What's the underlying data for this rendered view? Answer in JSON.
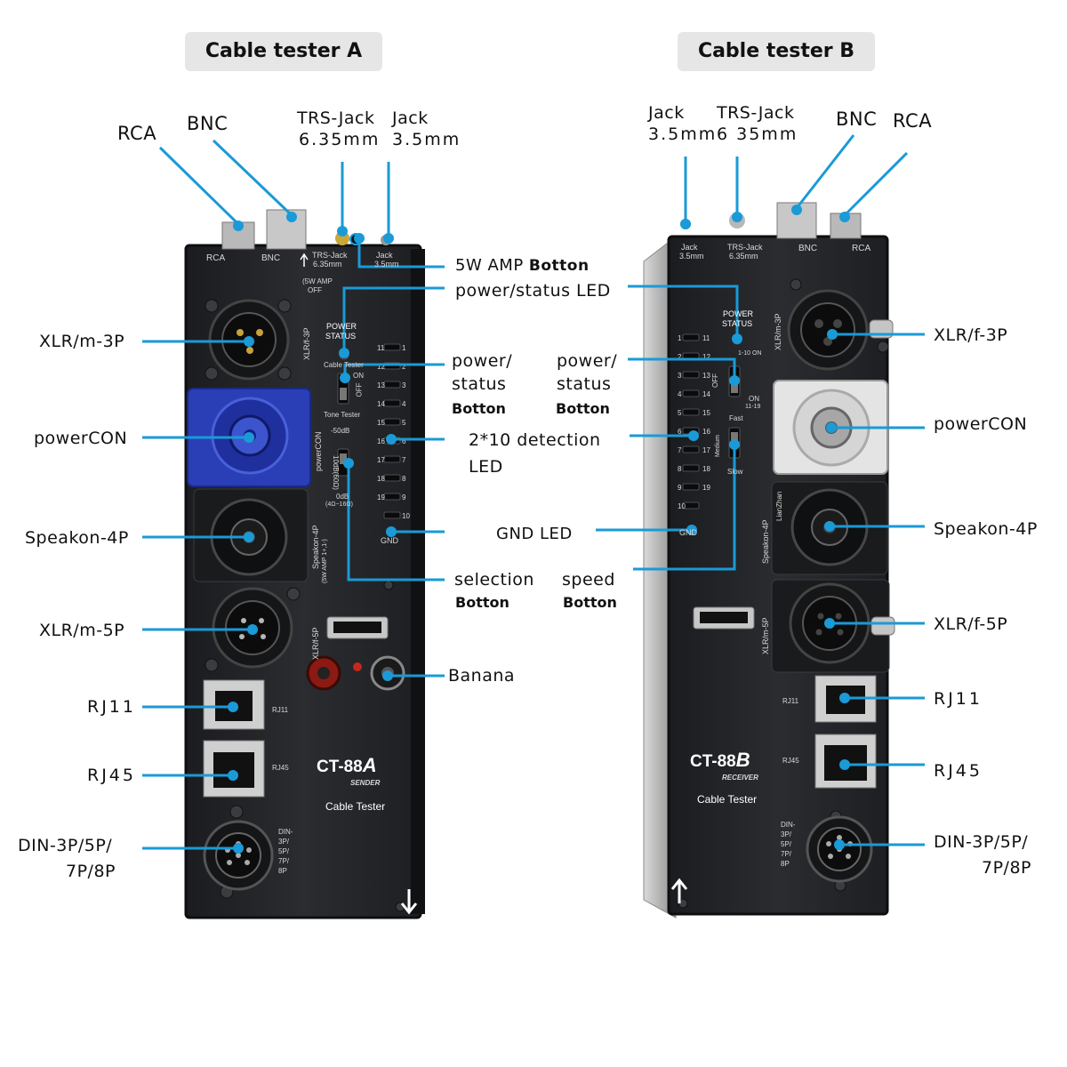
{
  "title_a": "Cable tester A",
  "title_b": "Cable tester B",
  "a": {
    "rca": "RCA",
    "bnc": "BNC",
    "trs_1": "TRS-Jack",
    "trs_2": "6.35mm",
    "jack_1": "Jack",
    "jack_2": "3.5mm",
    "amp_1": "5W AMP ",
    "amp_2": "Botton",
    "status_led": "power/status LED",
    "power_btn_1": "power/",
    "power_btn_2": "status",
    "power_btn_3": "Botton",
    "detect_1": "2*10 detection",
    "detect_2": "LED",
    "gnd_led": "GND LED",
    "select_1": "selection",
    "select_2": "Botton",
    "xlr_m3": "XLR/m-3P",
    "powercon": "powerCON",
    "speakon": "Speakon-4P",
    "xlr_m5": "XLR/m-5P",
    "rj11": "RJ11",
    "rj45": "RJ45",
    "din_1": "DIN-3P/5P/",
    "din_2": "7P/8P",
    "banana": "Banana"
  },
  "b": {
    "jack_1": "Jack",
    "jack_2": "3.5mm",
    "trs_1": "TRS-Jack",
    "trs_2": "6 35mm",
    "bnc": "BNC",
    "rca": "RCA",
    "power_btn_1": "power/",
    "power_btn_2": "status",
    "power_btn_3": "Botton",
    "speed_1": "speed",
    "speed_2": "Botton",
    "xlr_f3": "XLR/f-3P",
    "powercon": "powerCON",
    "speakon": "Speakon-4P",
    "xlr_f5": "XLR/f-5P",
    "rj11": "RJ11",
    "rj45": "RJ45",
    "din_1": "DIN-3P/5P/",
    "din_2": "7P/8P"
  },
  "device_a": {
    "top_rca": "RCA",
    "top_bnc": "BNC",
    "top_trs_1": "TRS-Jack",
    "top_trs_2": "6.35mm",
    "top_jack_1": "Jack",
    "top_jack_2": "3.5mm",
    "amp_1": "(5W AMP",
    "amp_off": "OFF",
    "power_status_1": "POWER",
    "power_status_2": "STATUS",
    "cable_tester": "Cable Tester",
    "on": "ON",
    "off": "OFF",
    "tone_tester": "Tone Tester",
    "minus50": "-50dB",
    "tenw": "10dB(60Ω)",
    "zerodb": "0dB",
    "ohms": "(4Ω~16Ω)",
    "xlr_f3_label": "XLR/f-3P",
    "powercon_label": "powerCON",
    "speakon_label": "Speakon-4P",
    "speakon_amp": "(5W AMP 1+,1-)",
    "xlr_f5_label": "XLR/f-5P",
    "rj11_label": "RJ11",
    "rj45_label": "RJ45",
    "din_label": [
      "DIN-",
      "3P/",
      "5P/",
      "7P/",
      "8P"
    ],
    "gnd": "GND",
    "led_left": [
      "11",
      "12",
      "13",
      "14",
      "15",
      "16",
      "17",
      "18",
      "19"
    ],
    "led_right": [
      "1",
      "2",
      "3",
      "4",
      "5",
      "6",
      "7",
      "8",
      "9",
      "10"
    ],
    "model": "CT-88",
    "model_suffix": "A",
    "role": "SENDER",
    "product": "Cable Tester"
  },
  "device_b": {
    "top_jack_1": "Jack",
    "top_jack_2": "3.5mm",
    "top_trs_1": "TRS-Jack",
    "top_trs_2": "6.35mm",
    "top_bnc": "BNC",
    "top_rca": "RCA",
    "power_status_1": "POWER",
    "power_status_2": "STATUS",
    "on1": "1-10 ON",
    "off": "OFF",
    "on2": "ON",
    "on2b": "11-19",
    "fast": "Fast",
    "medium": "Medium",
    "slow": "Slow",
    "xlr_m3_label": "XLR/m-3P",
    "speakon_label": "Speakon-4P",
    "xlr_m5_label": "XLR/m-5P",
    "rj11_label": "RJ11",
    "rj45_label": "RJ45",
    "din_label": [
      "DIN-",
      "3P/",
      "5P/",
      "7P/",
      "8P"
    ],
    "gnd": "GND",
    "led_left": [
      "1",
      "2",
      "3",
      "4",
      "5",
      "6",
      "7",
      "8",
      "9",
      "10"
    ],
    "led_right": [
      "11",
      "12",
      "13",
      "14",
      "15",
      "16",
      "17",
      "18",
      "19"
    ],
    "model": "CT-88",
    "model_suffix": "B",
    "role": "RECEIVER",
    "product": "Cable Tester",
    "brand": "LianZhan"
  },
  "colors": {
    "leader": "#1a9ad7",
    "device_body": "#25272b",
    "device_edge": "#111214",
    "powercon_a": "#2a3fb5",
    "powercon_b": "#e4e4e4",
    "pill": "#e6e6e6"
  }
}
